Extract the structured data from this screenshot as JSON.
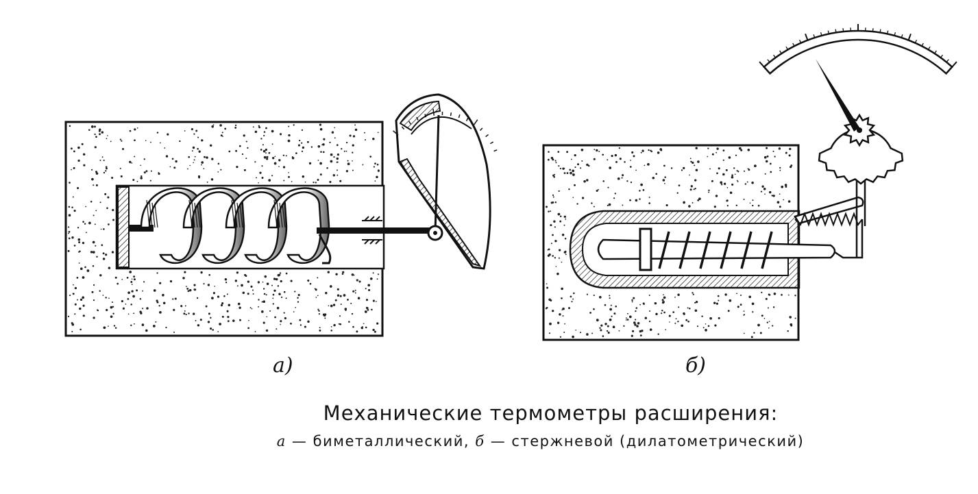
{
  "figure": {
    "label_a": "а)",
    "label_b": "б)"
  },
  "caption": {
    "title": "Механические термометры расширения:",
    "item_a_letter": "а",
    "item_a_text": " — биметаллический, ",
    "item_b_letter": "б",
    "item_b_text": " — стержневой (дилатометрический)"
  },
  "colors": {
    "ink": "#111111",
    "paper": "#ffffff"
  }
}
